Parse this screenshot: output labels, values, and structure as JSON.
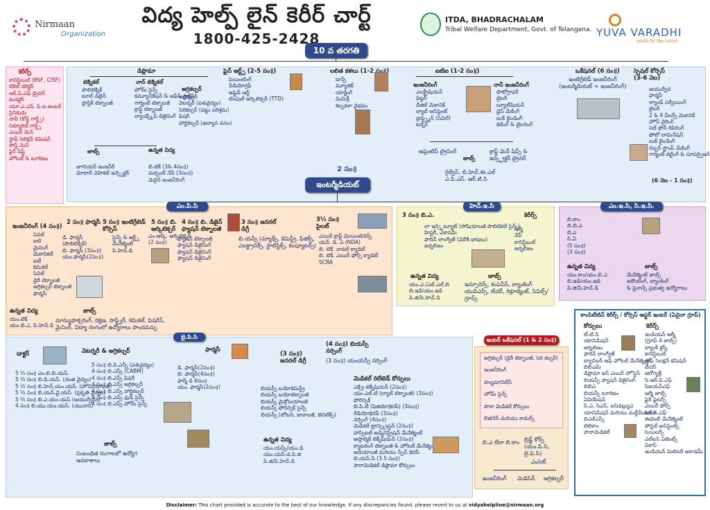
{
  "header": {
    "org_name": "Nirmaan",
    "org_sub": "Organization",
    "title": "విద్య హెల్ప్ లైన్ కెరీర్ చార్ట్",
    "phone": "1800-425-2428",
    "itda_title": "ITDA, BHADRACHALAM",
    "itda_sub": "Tribal Welfare Department, Govt. of Telangana.",
    "partner_name": "YUVA VARADHI",
    "partner_tagline": "youth for the nation"
  },
  "root": {
    "label": "10 వ తరగతి"
  },
  "inter": {
    "label": "ఇంటర్మీడియట్",
    "duration": "2 సం॥"
  },
  "careers_left": {
    "title": "కెరీర్స్",
    "items": [
      "కానిస్టేబుల్ (BSF, CISF)",
      "టికెట్ కలెక్టర్",
      "ఆర్.పి.ఎఫ్ డ్రైవర్",
      "కండక్టర్",
      "యూ.ఎ.ఎస్. పి.ఐ.అంబర్",
      "సైనికుడు",
      "నావీ (కోస్ట్ గార్డ్స్)",
      "సెక్యూరిటీ గార్డ్స్",
      "ఎయిర్ మెన్",
      "స్టాఫ్ సెలెక్షన్ కమిషన్",
      "పోస్ట్ మెన్",
      "ఫైర్ సేఫ్టీ",
      "హోటల్ & టూరిజం"
    ]
  },
  "diploma": {
    "title": "డిప్లొమా",
    "technical_title": "టెక్నికల్",
    "technical": [
      "పాలిటెక్నిక్",
      "టూల్ డిజైన్",
      "ప్లాస్టిక్ టెక్నాలజీ"
    ],
    "nontech_title": "నాన్ టెక్నికల్",
    "nontech": [
      "హోమ్ సైన్స్",
      "కమ్యూనికేషన్ & ఆఫీస్ ప్రాక్టీస్",
      "గార్మెంట్ టెక్నాలజీ",
      "క్రాఫ్ట్ టెక్నాలజీ",
      "ల్యాండ్స్కేప్ డిజైనింగ్"
    ],
    "agri_title": "అగ్రికల్చర్",
    "agri": [
      "అగ్రికల్చర్",
      "వెటర్నరీ (పశువైద్యం)",
      "సెరికల్చర్ (పట్టు పరిశ్రమ)",
      "ఫిషరీ",
      "హార్టికల్చర్ (ఉద్యాన వనం)"
    ],
    "jobs_title": "జాబ్స్",
    "jobs": [
      "జూనియర్ ఇంజనీర్",
      "మోటార్ వెహికల్ ఇన్స్పెక్టర్"
    ],
    "higher_title": "ఉన్నత విద్య",
    "higher": [
      "బి.టెక్ (3& 4సం॥)",
      "మర్చంట్ నేవీ (3సం॥)",
      "మెరైన్ ఇంజనీరింగ్"
    ]
  },
  "fine_arts": {
    "title": "ఫైన్ ఆర్ట్స్ (2-5 సం॥)",
    "items": [
      "పెయింటింగ్",
      "వీడియోగ్రఫీ",
      "అప్లైడ్ ఆర్ట్",
      "టెంపుల్ ఆర్కిటెక్చర్ (TTD)"
    ]
  },
  "lalitha": {
    "title": "లలిత కళలు (1-2 సం॥)",
    "items": [
      "డాన్స్",
      "మ్యూజిక్",
      "యాక్టింగ్",
      "మిమిక్రీ",
      "శిల్పకళా వైభవం"
    ]
  },
  "iti": {
    "title": "ఐటిఐ (1-2 సం॥)",
    "eng_title": "ఇంజనీరింగ్",
    "eng": [
      "ఎలక్ట్రీషియన్",
      "ఫిట్టర్",
      "డీజిల్ మెకానిక్",
      "ల్యాబ్ అసిస్టెంట్",
      "డ్రాఫ్ట్స్మెన్ (సివిల్)",
      "టర్నర్"
    ],
    "noneng_title": "నాన్ ఇంజనీరింగ్",
    "noneng": [
      "ఫొటోగ్రాఫర్",
      "టైలర్",
      "బ్యూటీషియన్",
      "డైస్ మేకింగ్",
      "బుక్ బైండింగ్",
      "కటింగ్ & టైలరింగ్"
    ],
    "apprentice": "అప్రెంటిస్ ట్రైనింగ్",
    "jobs": "జాబ్స్",
    "craft": "క్రాఫ్ట్ మెన్ షిప్స్ & ఇన్స్ట్రక్టర్ ట్రైనర్",
    "railways": "రైల్వేస్, బి.హెచ్.ఈ.ఎల్ ఎ.పి.ఎస్. ఆర్.టి.సి"
  },
  "vocational": {
    "title": "ఒకేషనల్ (6 సం॥)",
    "sub": "ఇంటిగ్రేటెడ్ ఇంజనీరింగ్ (ఇంటర్మీడియట్ + ఇంజనీరింగ్)"
  },
  "special_courses": {
    "title": "స్పెషల్ కోర్సెస్ (3-6 నెల)",
    "items": [
      "ఆయుర్వేద",
      "ఫార్మసీ",
      "ల్యాండ్ సర్వేయింగ్",
      "టైలర్",
      "2 & 4 వీలర్స్ మెకానిక్",
      "హౌస్ వైరింగ్",
      "సెల్ ఫోన్ రిపేరింగ్",
      "ఫోటో లామినేషన్",
      "బుక్ బైండింగ్",
      "రబ్బర్ స్టాంప్ మేకింగ్",
      "గార్మెంట్ కట్టింగ్ & సూపర్వైజర్"
    ],
    "duration": "(6 నెల - 1 సం॥)"
  },
  "mpc": {
    "title": "ఎం.పి.సి",
    "eng_title": "ఇంజనీరింగ్ (4 సం॥)",
    "eng": [
      "సివిల్",
      "ఐటి",
      "మైనింగ్",
      "మెకానికల్",
      "ఐటీ",
      "కెమికల్",
      "సివిల్",
      "డైరీ టెక్నాలజీ",
      "అగ్రికల్చర్ టెక్నాలజీ",
      "ఫార్మసీ"
    ],
    "pharmacy_title": "2 సం॥ ఫార్మసీ",
    "pharmacy": [
      "డి. ఫార్మసీ",
      "(పొలిటెక్నిక్)",
      "బి. ఫార్మసీ (3సం॥)",
      "యం.ఫార్మసీ(2సం॥)"
    ],
    "integrated_title": "5 సం॥ ఇంటిగ్రేటెడ్ కోర్సెస్",
    "integrated": [
      "సైన్స్ & ఆర్ట్స్",
      "మేనేజ్మెంట్",
      "పి.హెచ్.డి"
    ],
    "arch_title": "5 సం॥ బి. ఆర్కిటెక్చర్",
    "arch": [
      "ఎం.ఆర్క్. ఆర్కిటెక్చర్",
      "(2 సం॥)"
    ],
    "fashion_title": "4 సం॥ బి. డిజైన్ ఫ్యాషన్ టెక్నాలజీ",
    "fashion": [
      "ఫ్యాషన్ టెక్నాలజీ",
      "ఫ్యాషన్ డిజైనింగ్",
      "ఫ్యాషన్ డిజైనింగ్",
      "ఫ్యాషన్ డిజైనింగ్"
    ],
    "general_title": "3 సం॥ జనరల్ డిగ్రీ",
    "general": [
      "బి.యస్సీ (మ్యాథ్స్, కెమిస్ట్రీ, ఫిజిక్స్, ఎలక్ట్రానిక్స్, స్టాటిస్టిక్స్, కంప్యూటర్స్)"
    ],
    "defence_title": "3½ సం॥ పైలట్",
    "defence": [
      "ఎయిర్ క్రాఫ్ట్ మెయింటెనెన్స్",
      "యన్. డి. ఎ (NDA)",
      "బి. టెక్. నావల్ క్యాడెట్",
      "బి. టెక్. ఎయిర్ ఫోర్స్ క్యాడెట్",
      "SCRA"
    ],
    "higher_title": "ఉన్నత విద్య",
    "higher": [
      "యం.టెక్",
      "యం.బి.ఎ, పి.హెచ్.డి"
    ],
    "jobs_title": "జాబ్స్",
    "jobs": "మాన్యుఫాక్చరింగ్, రక్షణ, సాఫ్ట్వేర్, కెమికల్, ఫిషరీస్, మైనింగ్, విద్యా రంగంలో ఉద్యోగాలు పొందవచ్చు"
  },
  "hec": {
    "title": "హెచ్.ఇ.సి",
    "ba_title": "3 సం॥ బి.ఎ.",
    "ba": [
      "లా ఇన్స్టిట్యూట్ (సోషియాలజీ పొలిటికల్ సైన్స్)",
      "హిస్టరీ, ఎకానమీ",
      "ఫారిన్ లాంగ్వేజ్ (విదేశీ భాషలు)",
      "జర్నలిజం"
    ],
    "careers_title": "కెరీర్స్",
    "careers": [
      "ఆర్మీ",
      "నేవీ",
      "కానిస్టేబుల్",
      "జర్నలిజం"
    ],
    "higher_title": "ఉన్నత విద్య",
    "higher": [
      "యం.ఎ./ఎల్.ఎల్.బి",
      "బి.ఇడి/యం.ఇడి",
      "పి.జి/పి.హెచ్.డి"
    ],
    "jobs_title": "జాబ్స్",
    "jobs": "ఇన్సూరెన్స్, కంపెనీస్, బ్యాంకింగ్ యుపిఎస్సీ, టీచర్, రిక్రూట్మెంట్, సివిల్స్/గ్రూప్స్"
  },
  "mec": {
    "title": "ఎం.ఇ.సి, సి.ఇ.సి.",
    "items": [
      "బి.కాం",
      "బి.బి.ఎ",
      "బి.ఎ",
      "సి.ఏ",
      "(5 సం॥)",
      "(3 సం॥)"
    ],
    "higher_title": "ఉన్నత విద్య",
    "higher": [
      "యం.కాం/యం.బి.ఎ",
      "బి.ఇడి/యం.ఇడి",
      "పి.జి/పి.హెచ్.డి"
    ],
    "jobs_title": "జాబ్స్",
    "jobs": [
      "మేనేజ్మెంట్ జాబ్స్",
      "అకౌంటింగ్, బ్యాంకింగ్",
      "& ఫైనాన్స్ ప్రభుత్వ ఉద్యోగాలు"
    ]
  },
  "bipc": {
    "title": "బై.పి.సి",
    "doctor_title": "డాక్టర్",
    "doctor": [
      "5 ½ సం॥ ఎం.బి.బి.యస్.",
      "5 ½ సం॥ బి.డి.యస్. (దంత వైద్యం)",
      "5 ½ సం॥ బి.హెచ్.యం.యస్. (హోమియోపతి)",
      "5 ½ సం॥ బి.యన్.వై.యస్. (ప్రకృతి వైద్యం)",
      "5 ½ సం॥ బి.ఎ.యం.యస్ (ఆయుర్వేదం)",
      "4 సం॥ బి.యు.యం.యస్. (యునాని)"
    ],
    "vet_title": "వెటర్నరీ & అగ్రికల్చర్",
    "vet": [
      "5 సం॥ బి.వి.ఎస్సీ (పశువైద్యం)",
      "4 సం॥ బి.ఎస్సీ (CABM)",
      "4 సం॥ బి.ఎస్సీ ఫిషరీ",
      "4 సం॥ బి.ఎస్సీ అగ్రికల్చర్",
      "4 సం॥ బి.ఎస్సీ హార్టికల్చర్",
      "4 సం॥ బి.ఎస్సీ ఫుడ్ సైన్స్",
      "4 సం॥ బి.ఎస్సీ హోమ్ సైన్స్"
    ],
    "pharmacy_title": "ఫార్మసీ",
    "pharmacy": [
      "డి. ఫార్మసీ(2సం॥)",
      "బి. ఫార్మసీ(4సం॥)",
      "ఫార్మ్ డి 6సం॥",
      "యం. ఫార్మసీ(2సం॥)"
    ],
    "general_title": "(3 సం॥) జనరల్ డిగ్రీ",
    "general": [
      "బియస్సీ బయోకెమిస్ట్రీ",
      "బియస్సీ బయోటెక్నాలజీ",
      "బియస్సీ మైక్రోబయాలజీ",
      "బియస్సీ ఫోరెన్సిక్ సైన్స్",
      "బియస్సీ (బోటని, జువాలజీ, జెనిటిక్స్)"
    ],
    "nursing_title": "(4 సం॥) బియస్సీ నర్సింగ్",
    "nursing": [
      "(3 సం॥) యంయస్సీ నర్సింగ్"
    ],
    "paramedical_title": "మెడికల్ రిలేటెడ్ కోర్సులు",
    "paramedical": [
      "ఎక్స్రే టెక్నీషియన్ (2సం॥)",
      "యం.ఎల్.టి (ల్యాబ్ టెక్నాలజీ) (3సం॥)",
      "ఫోరెన్సిక్",
      "బి.పి.టి (ఫిజియోథెరపీ) (3సం॥)",
      "రేడియోథెరపీ (3సం॥)",
      "నర్సింగ్ (4సం॥)",
      "మెడికల్ ట్రాన్స్క్రిప్షన్ (2సం॥)",
      "హాస్పిటల్ అడ్మినిస్ట్రేషన్ మేనేజ్మెంట్",
      "ఆప్తాల్మిక్ టెక్నీషియన్ (2సం॥)",
      "క్యాటరింగ్ టెక్నాలజీ & హోటల్ మేనేజ్మెంట్ (3సం॥)",
      "ఆడియాలజీ మరియు స్పీచ్ థెరపీ",
      "బి.యస్.సి (3.5 సం॥)",
      "పారామెడికల్ డిప్లొమా కోర్సులు"
    ],
    "higher_title": "ఉన్నత విద్య",
    "higher": [
      "యం.యస్సీ/యం.డి",
      "యం.యస్.డ.పి.జి",
      "పి.జి/పి.హెచ్.డి"
    ],
    "jobs_title": "జాబ్స్",
    "jobs": "సంబంధిత రంగాలలో ఉద్యోగ అవకాశాలు"
  },
  "inter_vocational": {
    "title": "ఇంటర్ ఒకేషనల్ (1 & 2 సం॥)",
    "items": [
      "అగ్రికల్చర్ (డైరీ టెక్నాలజీ, సెరి కల్చర్)",
      "ఇంజనీరింగ్",
      "హ్యుమానిటీస్",
      "హోమ్ సైన్స్",
      "పారా మెడికల్ కోర్సులు",
      "బిజినెస్ మరియు కామర్స్"
    ],
    "ba": "బి.ఎ లేదా బి.కాం",
    "bridge": "బ్రిడ్జ్ కోర్స్ (యం.పి.సి, బై.పి.సి)",
    "eamcet": "ఎంసెట్",
    "outcomes": [
      "ఇంజనీరింగ్",
      "మెడిసిన్",
      "అగ్రికల్చర్"
    ]
  },
  "competitive": {
    "title": "కాంపిటీటివ్ కెరీర్స్ / కోర్సెస్ ఆఫ్టర్ ఇంటర్ (ఏదైనా గ్రూప్)",
    "courses_title": "కోర్సులు",
    "courses": [
      "టీ.టి.సి",
      "యానిమేషన్",
      "జర్నలిజం",
      "ఫారిన్ లాంగ్వేజ్",
      "బ్యాచిలర్ ఆఫ్ హోటల్ మేనేజ్మెంట్",
      "బిబిఎమ్",
      "డిప్లొమా ఇన్ ఎయిర్ హోస్టెస్",
      "బియస్సీ ఫ్యాషన్ డిజైనింగ్",
      "బిబిఎ",
      "బియస్సీ టూరిజం",
      "ఏవియేషన్",
      "సి.ఎ, సిఎస్, ఐసిడబ్ల్యుఎ",
      "యానిమేషన్ మరియు మల్టీమీడియా",
      "బిఎల్ఎస్సీ",
      "టెలికాం",
      "పారామెడికల్"
    ],
    "careers_title": "కెరీర్స్",
    "careers": [
      "ఇండియన్ ఆర్మీ",
      "(గ్రూప్ 4 జాబ్స్)",
      "బ్యాంక్ క్లర్క్",
      "కానిస్టేబుల్",
      "స్టాఫ్ సెలక్షన్ కమిషన్",
      "టీచర్",
      "ఆరోగ్యశ్రీ",
      "సి.ఆర్.పి.ఎఫ్",
      "సిఐయస్ఎఫ్",
      "ఆర్మీ జాబ్స్",
      "ఫైర్ ఫైటర్స్",
      "ఎయిర్ ఫోర్స్",
      "ఆర్.పి.ఎఫ్",
      "ఈవెంట్ మేనేజ్మెంట్",
      "పోస్టల్ అసిస్టెంట్స్",
      "సెయిలర్స్",
      "ఎల్ఐసి ఏజెంట్స్",
      "వికాస్",
      "ఇండియన్ మిలిటరీ అకాడమీ"
    ]
  },
  "footer": {
    "label": "Disclaimer:",
    "text": "This chart provided is accurate to the best of our knowledge. If any discrepancies found, please revert to us at",
    "email": "vidyahelpline@nirmaan.org"
  }
}
